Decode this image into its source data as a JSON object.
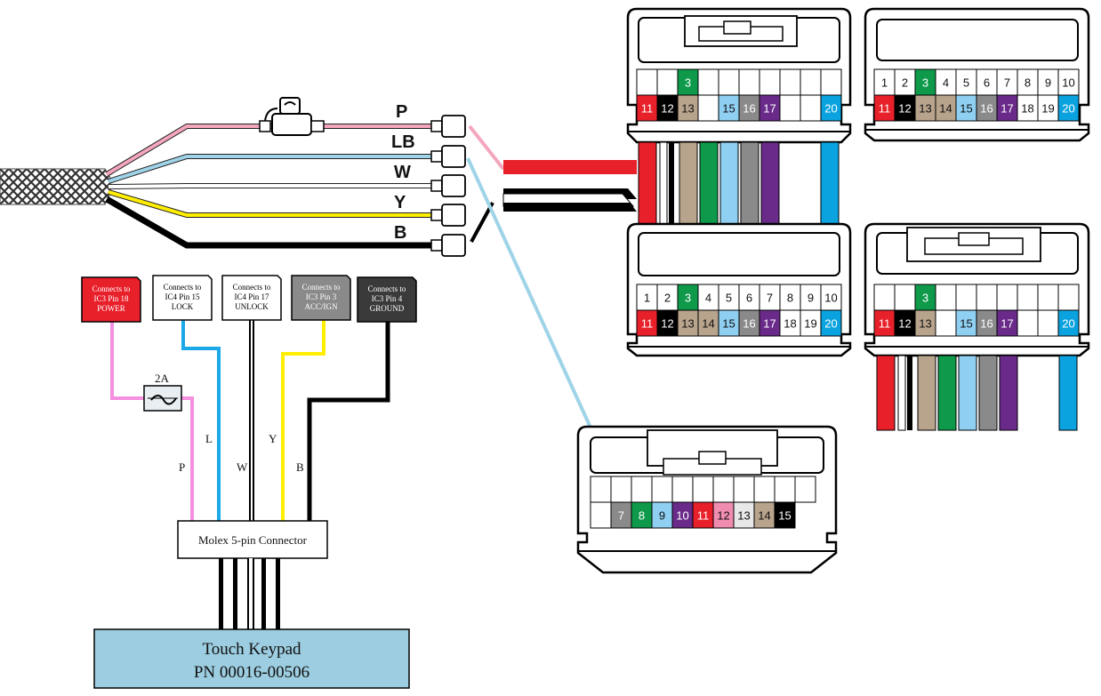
{
  "harness_wires": [
    {
      "id": "p",
      "label": "P",
      "color": "#f4a6bd"
    },
    {
      "id": "lb",
      "label": "LB",
      "color": "#9fd3e8"
    },
    {
      "id": "w",
      "label": "W",
      "color": "#ffffff"
    },
    {
      "id": "y",
      "label": "Y",
      "color": "#ffee00"
    },
    {
      "id": "b",
      "label": "B",
      "color": "#000000"
    }
  ],
  "connect_boxes": [
    {
      "id": "power",
      "lines": [
        "Connects to",
        "IC3 Pin 18",
        "POWER"
      ],
      "fill": "#e8202a",
      "text_color": "#ffffff"
    },
    {
      "id": "lock",
      "lines": [
        "Connects to",
        "IC4 Pin 15",
        "LOCK"
      ],
      "fill": "#ffffff",
      "text_color": "#000000"
    },
    {
      "id": "unlock",
      "lines": [
        "Connects to",
        "IC4 Pin 17",
        "UNLOCK"
      ],
      "fill": "#ffffff",
      "text_color": "#000000"
    },
    {
      "id": "accign",
      "lines": [
        "Connects to",
        "IC3 Pin 3",
        "ACC/IGN"
      ],
      "fill": "#8a8a8a",
      "text_color": "#ffffff"
    },
    {
      "id": "ground",
      "lines": [
        "Connects to",
        "IC3 Pin 4",
        "GROUND"
      ],
      "fill": "#3a3a3a",
      "text_color": "#ffffff"
    }
  ],
  "fuse_label": "2A",
  "lower_wire_labels": {
    "p": "P",
    "l": "L",
    "w": "W",
    "y": "Y",
    "b": "B"
  },
  "molex_label": "Molex 5-pin Connector",
  "keypad": {
    "line1": "Touch Keypad",
    "line2": "PN 00016-00506"
  },
  "connectors": {
    "top_left": {
      "row1": [
        "",
        "",
        "3",
        "",
        "",
        "",
        "",
        "",
        "",
        ""
      ],
      "row2": [
        "11",
        "12",
        "13",
        "",
        "15",
        "16",
        "17",
        "",
        "",
        "20"
      ]
    },
    "top_right": {
      "row1": [
        "1",
        "2",
        "3",
        "4",
        "5",
        "6",
        "7",
        "8",
        "9",
        "10"
      ],
      "row2": [
        "11",
        "12",
        "13",
        "14",
        "15",
        "16",
        "17",
        "18",
        "19",
        "20"
      ]
    },
    "mid_left": {
      "row1": [
        "1",
        "2",
        "3",
        "4",
        "5",
        "6",
        "7",
        "8",
        "9",
        "10"
      ],
      "row2": [
        "11",
        "12",
        "13",
        "14",
        "15",
        "16",
        "17",
        "18",
        "19",
        "20"
      ]
    },
    "mid_right": {
      "row1": [
        "",
        "",
        "3",
        "",
        "",
        "",
        "",
        "",
        "",
        ""
      ],
      "row2": [
        "11",
        "12",
        "13",
        "",
        "15",
        "16",
        "17",
        "",
        "",
        "20"
      ]
    },
    "bottom": {
      "row2": [
        "7",
        "8",
        "9",
        "10",
        "11",
        "12",
        "13",
        "14",
        "15"
      ]
    }
  },
  "pin_colors": {
    "3": "#0e9a4a",
    "11": "#e8202a",
    "12": "#000000",
    "13": "#b8a48c",
    "15": "#8fd0f2",
    "16": "#8a8a8a",
    "17": "#6a2a8a",
    "20": "#0aa3e0",
    "7": "#8a8a8a",
    "8": "#0e9a4a",
    "9": "#8fd0f2",
    "10": "#6a2a8a",
    "14": "#b8a48c"
  },
  "bottom_pin_colors": {
    "7": "#8a8a8a",
    "8": "#0e9a4a",
    "9": "#8fd0f2",
    "10": "#6a2a8a",
    "11": "#e8202a",
    "12": "#f08cb0",
    "13": "#e8e8e8",
    "14": "#b8a48c",
    "15": "#000000"
  }
}
